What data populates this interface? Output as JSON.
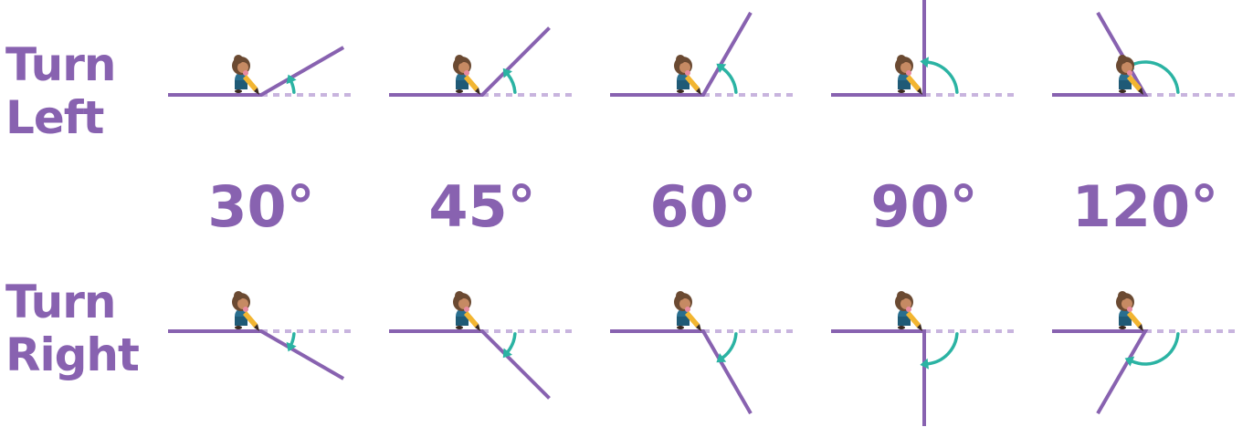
{
  "labels": {
    "turn_left_line1": "Turn",
    "turn_left_line2": "Left",
    "turn_right_line1": "Turn",
    "turn_right_line2": "Right"
  },
  "angles": [
    {
      "degrees": 30,
      "label": "30°"
    },
    {
      "degrees": 45,
      "label": "45°"
    },
    {
      "degrees": 60,
      "label": "60°"
    },
    {
      "degrees": 90,
      "label": "90°"
    },
    {
      "degrees": 120,
      "label": "120°"
    }
  ],
  "colors": {
    "path": "#8862b0",
    "dotted": "#c8b4de",
    "arrow": "#2bb3a3",
    "text": "#8862b0"
  },
  "icon": "artist-character-icon"
}
